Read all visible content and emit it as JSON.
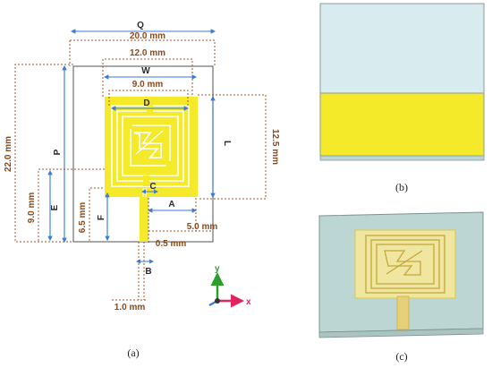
{
  "colors": {
    "dimension_text": "#8b4a1c",
    "dimension_line": "#a0522d",
    "blue_arrow": "#3a7bd5",
    "yellow_patch": "#f4ea2a",
    "antenna_gold": "#d8c94a",
    "substrate_gray": "#8a9a9a",
    "substrate_cyan": "#d8ecef",
    "substrate_teal": "#bcd6d3",
    "axis_y": "#2ca02c",
    "axis_x": "#e0245e"
  },
  "panel_a": {
    "caption": "(a)",
    "labels": {
      "Q": "Q",
      "W": "W",
      "D": "D",
      "L": "L",
      "P": "P",
      "E": "E",
      "F": "F",
      "A": "A",
      "C": "C",
      "B": "B"
    },
    "dimensions": {
      "q_width": "20.0 mm",
      "w_width": "12.0 mm",
      "d_width": "9.0 mm",
      "p_height": "22.0 mm",
      "l_height": "12.5 mm",
      "e_height": "9.0 mm",
      "f_height": "6.5 mm",
      "a_gap": "5.0 mm",
      "c_gap": "0.5 mm",
      "b_width": "1.0 mm"
    },
    "axes": {
      "y": "y",
      "x": "x"
    }
  },
  "panel_b": {
    "caption": "(b)"
  },
  "panel_c": {
    "caption": "(c)"
  }
}
